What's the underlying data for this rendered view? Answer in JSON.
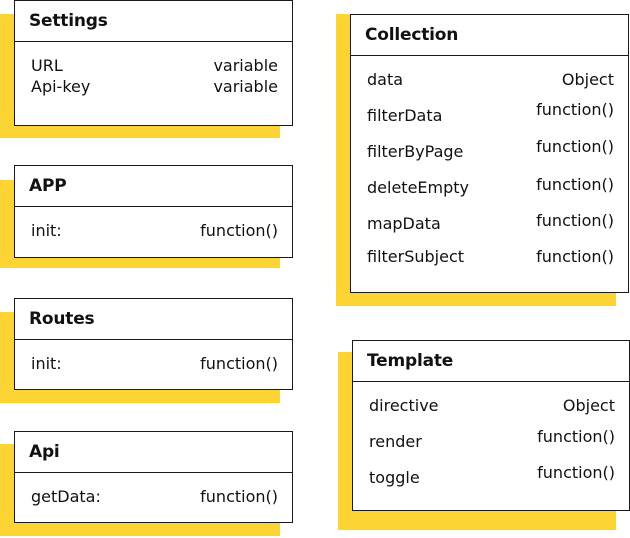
{
  "colors": {
    "shadow": "#FCD535",
    "border": "#1a1a1a"
  },
  "settings": {
    "title": "Settings",
    "rows": [
      {
        "key": "URL",
        "value": "variable"
      },
      {
        "key": "Api-key",
        "value": "variable"
      }
    ]
  },
  "app": {
    "title": "APP",
    "rows": [
      {
        "key": "init:",
        "value": "function()"
      }
    ]
  },
  "routes": {
    "title": "Routes",
    "rows": [
      {
        "key": "init:",
        "value": "function()"
      }
    ]
  },
  "api": {
    "title": "Api",
    "rows": [
      {
        "key": "getData:",
        "value": "function()"
      }
    ]
  },
  "collection": {
    "title": "Collection",
    "rows": [
      {
        "key": "data",
        "value": "Object"
      },
      {
        "key": "filterData",
        "value": "function()"
      },
      {
        "key": "filterByPage",
        "value": "function()"
      },
      {
        "key": "deleteEmpty",
        "value": "function()"
      },
      {
        "key": "mapData",
        "value": "function()"
      },
      {
        "key": "filterSubject",
        "value": "function()"
      }
    ]
  },
  "template": {
    "title": "Template",
    "rows": [
      {
        "key": "directive",
        "value": "Object"
      },
      {
        "key": "render",
        "value": "function()"
      },
      {
        "key": "toggle",
        "value": "function()"
      }
    ]
  }
}
